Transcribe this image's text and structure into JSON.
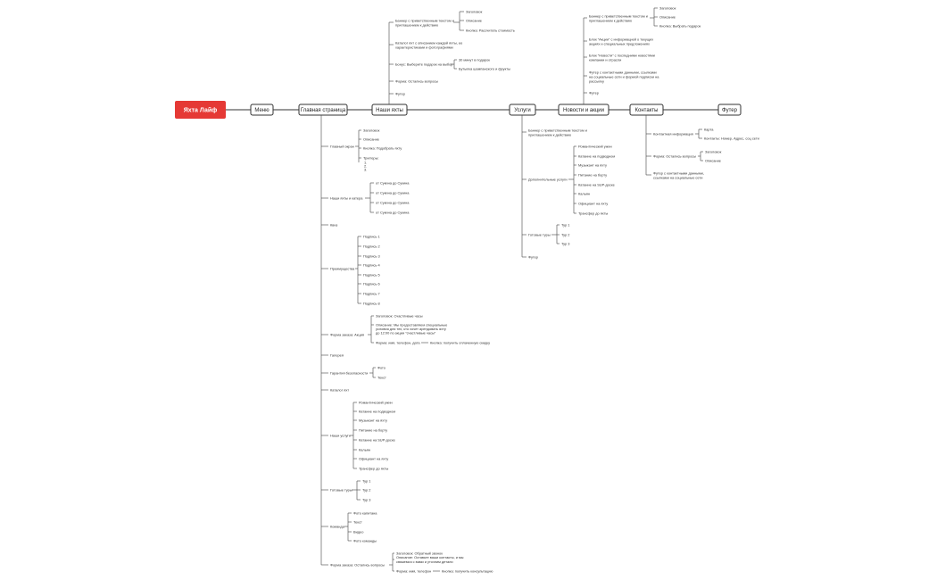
{
  "colors": {
    "root_fill": "#e53935",
    "line": "#444444"
  },
  "root": {
    "label": "Яхта Лайф"
  },
  "nodes": {
    "menu": "Меню",
    "home": "Главная страница",
    "yachts": "Наши яхты",
    "services": "Услуги",
    "news": "Новости и акции",
    "contacts": "Контакты",
    "footer": "Футер"
  },
  "home": {
    "banner": {
      "label": "Главный экран",
      "items": [
        "Заголовок",
        "Описание",
        "Кнопка: Подобрать яхту"
      ],
      "triggers": "Триггеры:",
      "trigger_nums": [
        "1.",
        "2.",
        "3."
      ]
    },
    "fleet": {
      "label": "Наши яхты и катера",
      "items": [
        "от Сукина до Сукина",
        "от Сукина до Сукина",
        "от Сукина до Сукина",
        "от Сукина до Сукина"
      ]
    },
    "quiz": "Квиз",
    "advantages": {
      "label": "Преимущества",
      "items": [
        "Подпись 1",
        "Подпись 2",
        "Подпись 3",
        "Подпись 4",
        "Подпись 5",
        "Подпись 6",
        "Подпись 7",
        "Подпись 8"
      ]
    },
    "order_action": {
      "label": "Форма заказа: Акция",
      "title": "Заголовок: Счастливые часы",
      "desc": [
        "Описание: Мы предоставляем специальные",
        "условия для тех, кто хочет арендовать яхту",
        "до 12:00 по акции \"счастливые часы\""
      ],
      "form": "Форма: имя, телефон, дата",
      "button": "Кнопка: получить оплаченную скидку"
    },
    "gallery": "Галерея",
    "safety": {
      "label": "Гарантия безопасности",
      "items": [
        "Фото",
        "Текст"
      ]
    },
    "catalog": "Каталог яхт",
    "our_services": {
      "label": "Наши услуги",
      "items": [
        "Романтический ужин",
        "Катание на подводном",
        "Музыкант на яхту",
        "Питание на борту",
        "Катание на SUP-доске",
        "Кальян",
        "Официант на яхту",
        "Трансфер до яхты"
      ]
    },
    "tours": {
      "label": "Готовые туры",
      "items": [
        "Тур 1",
        "Тур 2",
        "Тур 3"
      ]
    },
    "team": {
      "label": "Команда",
      "items": [
        "Фото капитана",
        "Текст",
        "Видео",
        "Фото команды"
      ]
    },
    "order_question": {
      "label": "Форма заказа: Остались вопросы",
      "title": "Заголовок: Обратный звонок",
      "desc": [
        "Описание: Оставьте ваши контакты, и мы",
        "свяжемся с вами и уточним детали"
      ],
      "form": "Форма: имя, телефон",
      "button": "Кнопка: получить консультацию"
    }
  },
  "yachts": {
    "banner": {
      "lines": [
        "Баннер с приветственным текстом и",
        "приглашением к действию"
      ],
      "items": [
        "Заголовок",
        "Описание",
        "Кнопка: Рассчитать стоимость"
      ]
    },
    "catalog": [
      "Каталог яхт с описанием каждой яхты, ее",
      "характеристиками и фотографиями"
    ],
    "promo": {
      "label": "Бонус: Выберите подарок на выбор",
      "items": [
        "30 минут в подарок",
        "Бутылка шампанского и фрукты"
      ]
    },
    "form": "Форма: Остались вопросы",
    "footer": "Футер"
  },
  "services": {
    "banner": [
      "Баннер с приветственным текстом и",
      "приглашением к действию"
    ],
    "extra": {
      "label": "Дополнительные услуги",
      "items": [
        "Романтический ужин",
        "Катание на подводном",
        "Музыкант на яхту",
        "Питание на борту",
        "Катание на SUP-доске",
        "Кальян",
        "Официант на яхту",
        "Трансфер до яхты"
      ]
    },
    "tours": {
      "label": "Готовые туры",
      "items": [
        "Тур 1",
        "Тур 2",
        "Тур 3"
      ]
    },
    "footer": "Футер"
  },
  "news": {
    "banner": {
      "lines": [
        "Баннер с приветственным текстом и",
        "приглашением к действию"
      ],
      "items": [
        "Заголовок",
        "Описание",
        "Кнопка: Выбрать подарок"
      ]
    },
    "actions": [
      "Блок \"Акции\" с информацией о текущих",
      "акциях и специальных предложениях"
    ],
    "newsblock": [
      "Блок \"Новости\" с последними новостями",
      "компании и отрасли"
    ],
    "footer_block": [
      "Футер с контактными данными, ссылками",
      "на социальные сети и формой подписки на",
      "рассылку"
    ],
    "footer": "Футер"
  },
  "contacts": {
    "info": {
      "label": "Контактная информация",
      "items": [
        "Карта",
        "Контакты: Номер, Адрес, соц сети"
      ]
    },
    "form": {
      "label": "Форма: Остались вопросы",
      "items": [
        "Заголовок",
        "Описание"
      ]
    },
    "footer": [
      "Футер с контактными данными,",
      "ссылками на социальные сети"
    ]
  }
}
